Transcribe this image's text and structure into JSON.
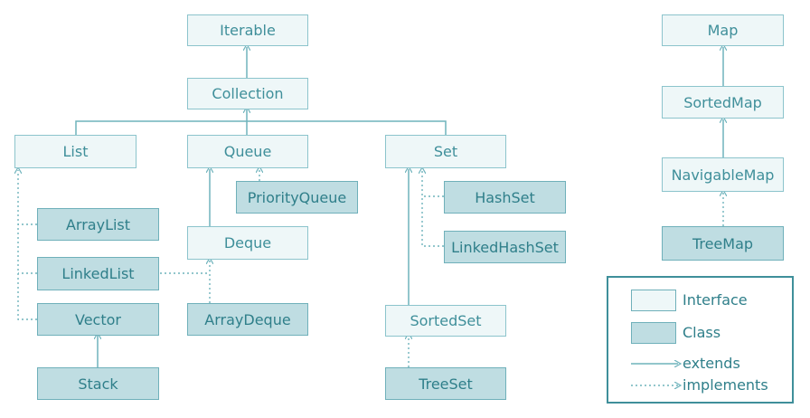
{
  "colors": {
    "line": "#6fb3bc",
    "interface_fill": "#eef7f8",
    "class_fill": "#bfdde2",
    "text": "#3f8f9a",
    "legend_border": "#3f8f9a"
  },
  "nodes": {
    "iterable": "Iterable",
    "collection": "Collection",
    "list": "List",
    "queue": "Queue",
    "set": "Set",
    "priority_queue": "PriorityQueue",
    "hash_set": "HashSet",
    "linked_hash_set": "LinkedHashSet",
    "array_list": "ArrayList",
    "linked_list": "LinkedList",
    "vector": "Vector",
    "stack": "Stack",
    "deque": "Deque",
    "array_deque": "ArrayDeque",
    "sorted_set": "SortedSet",
    "tree_set": "TreeSet",
    "map": "Map",
    "sorted_map": "SortedMap",
    "navigable_map": "NavigableMap",
    "tree_map": "TreeMap"
  },
  "legend": {
    "interface": "Interface",
    "class": "Class",
    "extends": "extends",
    "implements": "implements"
  }
}
